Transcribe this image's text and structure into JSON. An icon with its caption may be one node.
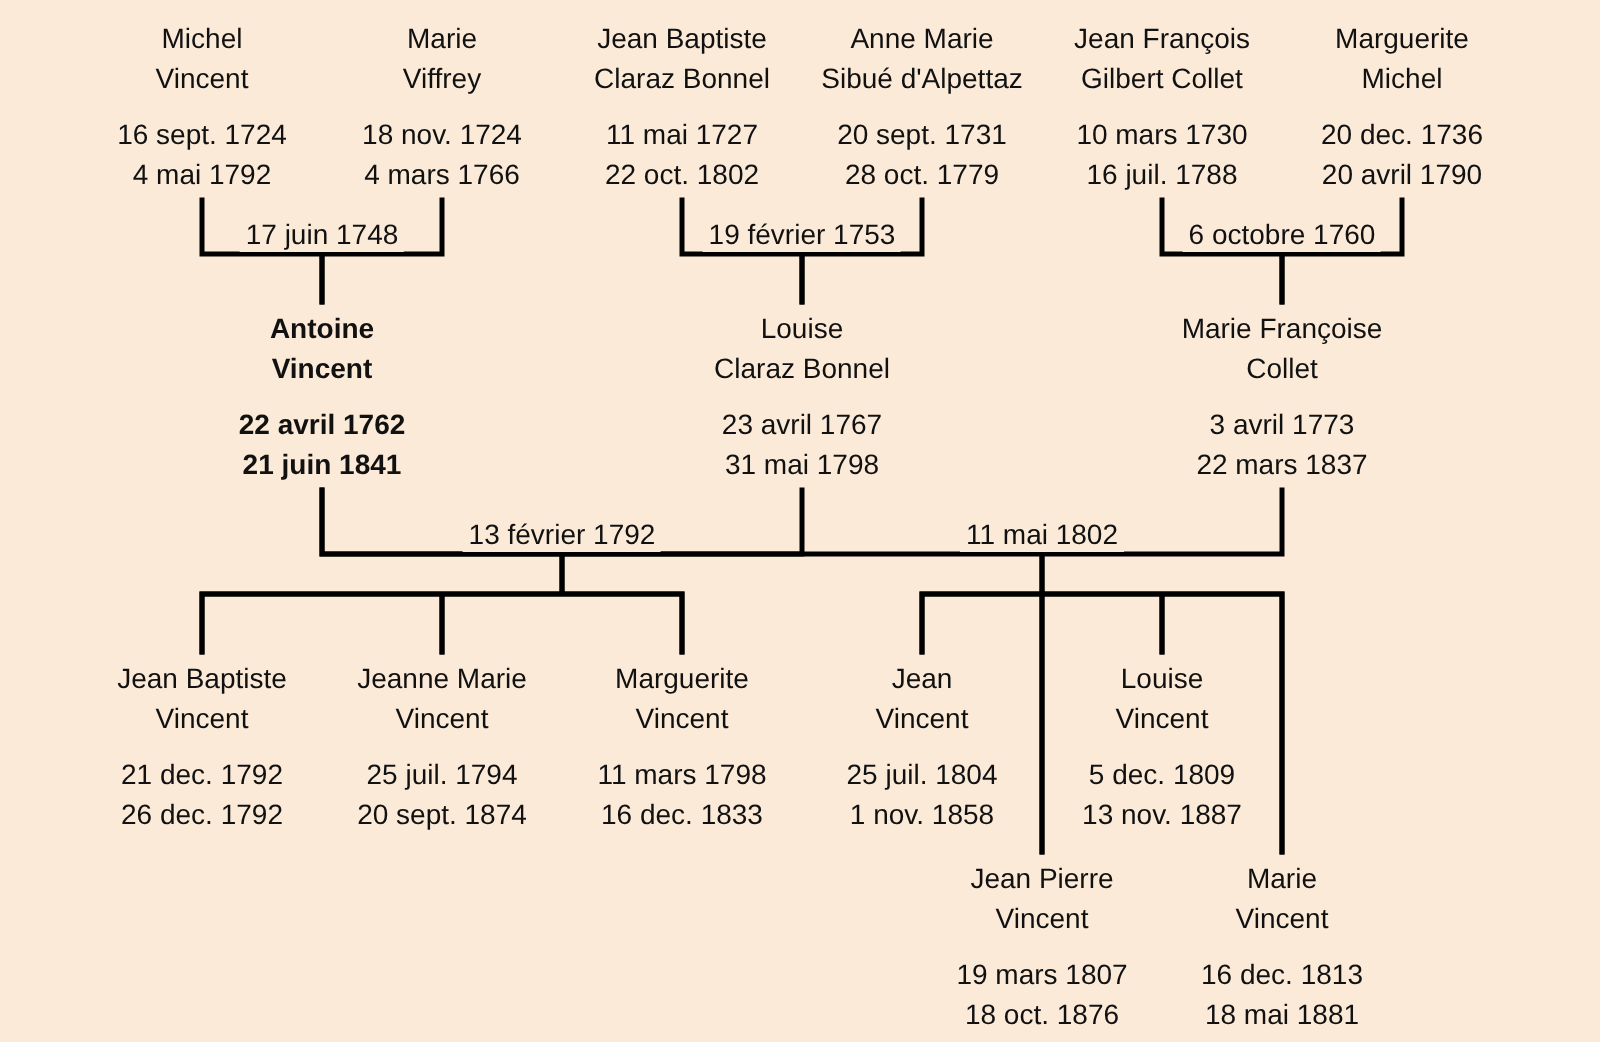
{
  "diagram": {
    "nodes": [
      {
        "text": [
          "Michel Vincent",
          "16 sept. 1724",
          "4 mai 1792"
        ]
      },
      {
        "text": [
          "Marie Viffrey",
          "18 nov. 1724",
          "4 mars 1766"
        ]
      },
      {
        "text": [
          "Jean Baptiste Claraz Bonnel",
          "11 mai 1727",
          "22 oct. 1802"
        ]
      },
      {
        "text": [
          "Anne Marie Sibué d'Alpettaz",
          "20 sept. 1731",
          "28 oct. 1779"
        ]
      },
      {
        "text": [
          "Jean François Gilbert Collet",
          "10 mars 1730",
          "16 juil. 1788"
        ]
      },
      {
        "text": [
          "Marguerite Michel",
          "20 dec. 1736",
          "20 avril 1790"
        ]
      },
      {
        "text": [
          "Antoine Vincent",
          "22 avril 1762",
          "21 juin 1841"
        ]
      },
      {
        "text": [
          "Louise Claraz Bonnel",
          "23 avril 1767",
          "31 mai 1798"
        ]
      },
      {
        "text": [
          "Marie Françoise Collet",
          "3 avril 1773",
          "22 mars 1837"
        ]
      },
      {
        "text": [
          "Jean Baptiste Vincent",
          "21 dec. 1792",
          "26 dec. 1792"
        ]
      },
      {
        "text": [
          "Jeanne Marie Vincent",
          "25 juil. 1794",
          "20 sept. 1874"
        ]
      },
      {
        "text": [
          "Marguerite Vincent",
          "11 mars 1798",
          "16 dec. 1833"
        ]
      },
      {
        "text": [
          "Jean Vincent",
          "25 juil. 1804",
          "1 nov. 1858"
        ]
      },
      {
        "text": [
          "Louise Vincent",
          "5 dec. 1809",
          "13 nov. 1887"
        ]
      },
      {
        "text": [
          "Jean Pierre Vincent",
          "19 mars 1807",
          "18 oct. 1876"
        ]
      },
      {
        "text": [
          "Marie Vincent",
          "16 dec. 1813",
          "18 mai 1881"
        ]
      }
    ],
    "edges": [
      {
        "from": 0,
        "to": 6,
        "arrow": "none",
        "label": "17 juin 1748"
      },
      {
        "from": 1,
        "to": 6,
        "arrow": "none"
      },
      {
        "from": 2,
        "to": 7,
        "arrow": "none",
        "label": "19 février 1753"
      },
      {
        "from": 3,
        "to": 7,
        "arrow": "none"
      },
      {
        "from": 4,
        "to": 8,
        "arrow": "none",
        "label": "6 octobre 1760"
      },
      {
        "from": 5,
        "to": 8,
        "arrow": "none"
      },
      {
        "from": 6,
        "to": 9,
        "arrow": "none",
        "label": "13 février 1792"
      },
      {
        "from": 6,
        "to": 10,
        "arrow": "none"
      },
      {
        "from": 6,
        "to": 11,
        "arrow": "none"
      },
      {
        "from": 7,
        "to": 9,
        "arrow": "none"
      },
      {
        "from": 7,
        "to": 10,
        "arrow": "none"
      },
      {
        "from": 7,
        "to": 11,
        "arrow": "none"
      },
      {
        "from": 6,
        "to": 12,
        "arrow": "none",
        "label": "11 mai 1802"
      },
      {
        "from": 6,
        "to": 13,
        "arrow": "none"
      },
      {
        "from": 6,
        "to": 14,
        "arrow": "none"
      },
      {
        "from": 6,
        "to": 15,
        "arrow": "none"
      },
      {
        "from": 8,
        "to": 12,
        "arrow": "none"
      },
      {
        "from": 8,
        "to": 13,
        "arrow": "none"
      },
      {
        "from": 8,
        "to": 14,
        "arrow": "none"
      },
      {
        "from": 8,
        "to": 15,
        "arrow": "none"
      }
    ]
  }
}
